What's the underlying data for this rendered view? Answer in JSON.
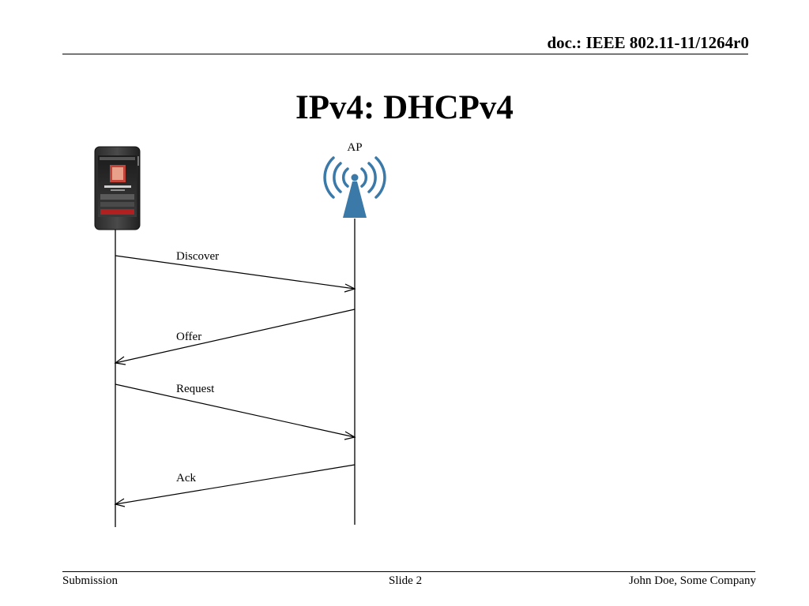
{
  "header": {
    "doc_id": "doc.: IEEE 802.11-11/1264r0"
  },
  "slide": {
    "title": "IPv4: DHCPv4"
  },
  "diagram": {
    "nodes": [
      {
        "id": "phone",
        "label": "",
        "icon": "smartphone-icon"
      },
      {
        "id": "ap",
        "label": "AP",
        "icon": "wireless-access-point-icon",
        "color": "#3b79a8"
      }
    ],
    "messages": [
      {
        "label": "Discover",
        "from": "phone",
        "to": "ap"
      },
      {
        "label": "Offer",
        "from": "ap",
        "to": "phone"
      },
      {
        "label": "Request",
        "from": "phone",
        "to": "ap"
      },
      {
        "label": "Ack",
        "from": "ap",
        "to": "phone"
      }
    ]
  },
  "footer": {
    "left": "Submission",
    "center": "Slide 2",
    "right": "John Doe, Some Company"
  }
}
